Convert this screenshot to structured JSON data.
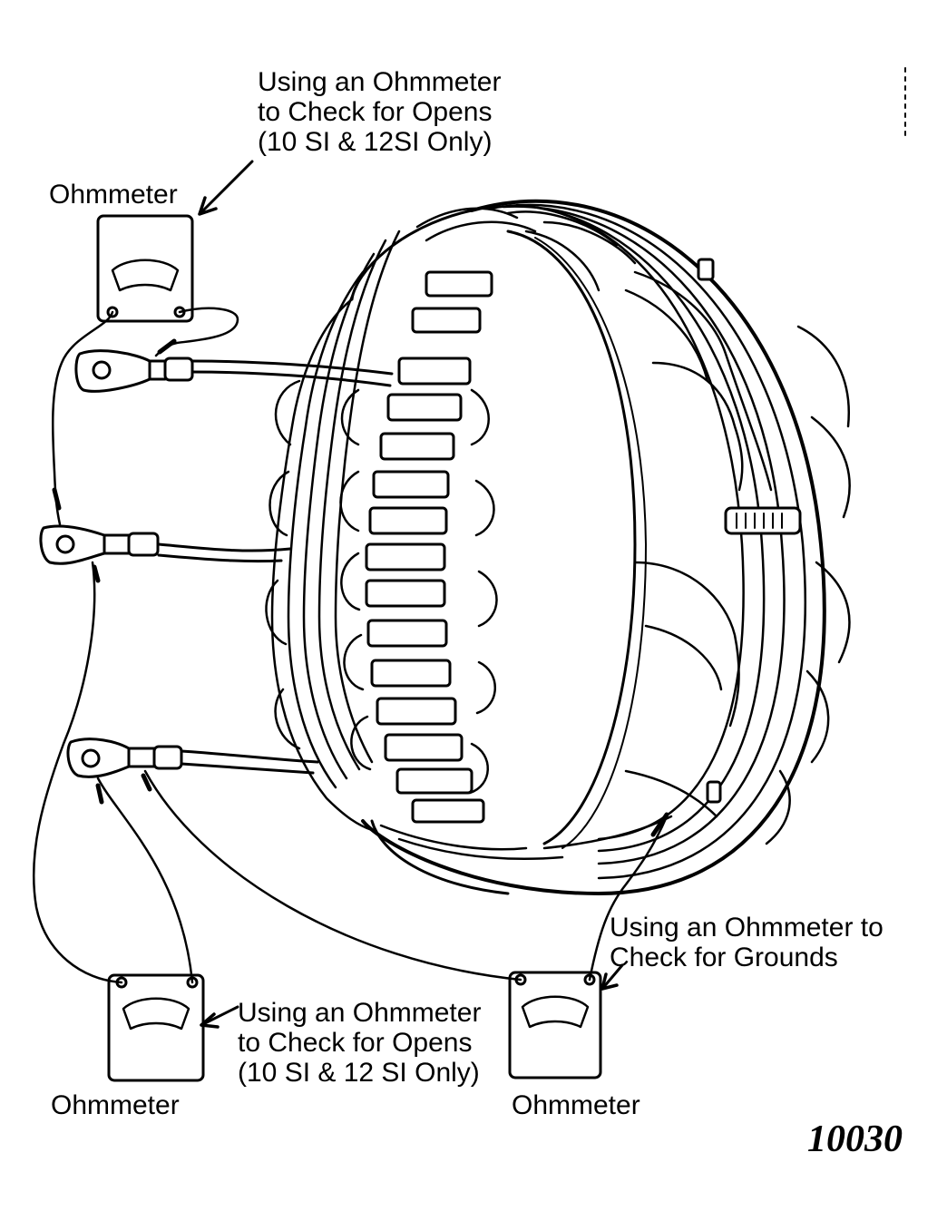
{
  "labels": {
    "top_caption": [
      "Using an Ohmmeter",
      "to Check for Opens",
      "(10 SI & 12SI Only)"
    ],
    "top_meter": "Ohmmeter",
    "grounds_caption": [
      "Using an Ohmmeter to",
      "Check for Grounds"
    ],
    "bottom_caption": [
      "Using an Ohmmeter",
      "to Check for Opens",
      "(10 SI & 12 SI Only)"
    ],
    "bottom_left_meter": "Ohmmeter",
    "bottom_right_meter": "Ohmmeter"
  },
  "figure_number": "10030",
  "colors": {
    "ink": "#000000",
    "paper": "#ffffff"
  }
}
